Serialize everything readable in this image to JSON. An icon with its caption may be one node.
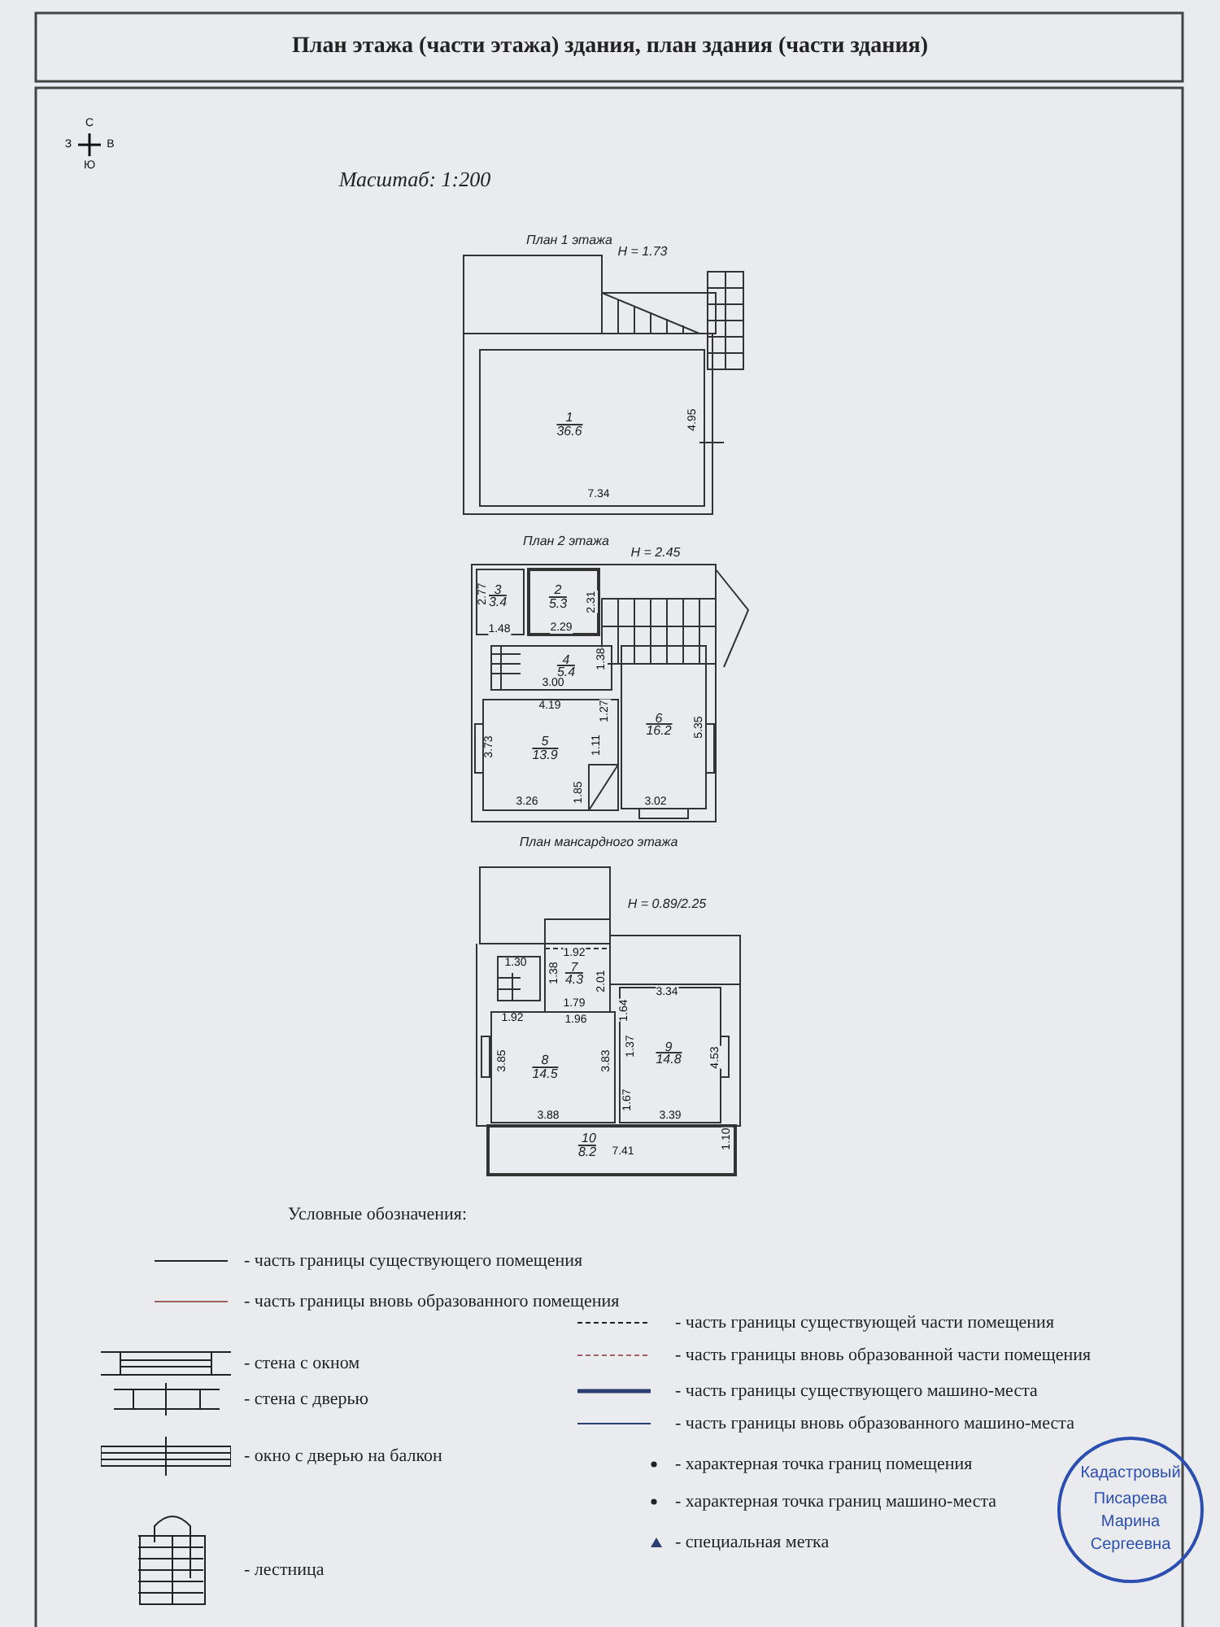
{
  "diagram": {
    "title": "План этажа (части этажа) здания, план здания (части здания)",
    "labels": [
      "С",
      "З",
      "В",
      "Ю",
      "Масштаб: 1:200",
      "План 1 этажа",
      "H = 1.73",
      "1",
      "36.6",
      "4.95",
      "7.34",
      "План 2 этажа",
      "H = 2.45",
      "3",
      "3.4",
      "2.77",
      "1.48",
      "2",
      "5.3",
      "2.31",
      "2.29",
      "4",
      "5.4",
      "1.38",
      "3.00",
      "4.19",
      "1.27",
      "6",
      "16.2",
      "5.35",
      "5",
      "13.9",
      "3.73",
      "1.11",
      "1.85",
      "3.26",
      "3.02",
      "План мансардного этажа",
      "H = 0.89/2.25",
      "1.92",
      "1.30",
      "1.38",
      "7",
      "4.3",
      "2.01",
      "3.34",
      "1.79",
      "1.64",
      "1.92",
      "1.96",
      "8",
      "14.5",
      "3.85",
      "3.83",
      "1.37",
      "9",
      "14.8",
      "4.53",
      "1.67",
      "3.88",
      "3.39",
      "10",
      "8.2",
      "7.41",
      "1.10",
      "Условные обозначения:",
      "Кадастровый",
      "Писарева",
      "Марина",
      "Сергеевна"
    ],
    "legend": [
      {
        "text": "- часть границы существующего помещения"
      },
      {
        "text": "- часть границы вновь образованного помещения"
      },
      {
        "text": "- часть границы существующей части помещения"
      },
      {
        "text": "- часть границы вновь образованной части помещения"
      },
      {
        "text": "- стена с окном"
      },
      {
        "text": "- часть границы существующего машино-места"
      },
      {
        "text": "- стена с дверью"
      },
      {
        "text": "- часть границы вновь образованного машино-места"
      },
      {
        "text": "- окно с дверью на балкон"
      },
      {
        "text": "- характерная точка границ помещения"
      },
      {
        "text": "- характерная точка границ машино-места"
      },
      {
        "text": "- специальная метка"
      },
      {
        "text": "- лестница"
      }
    ]
  }
}
